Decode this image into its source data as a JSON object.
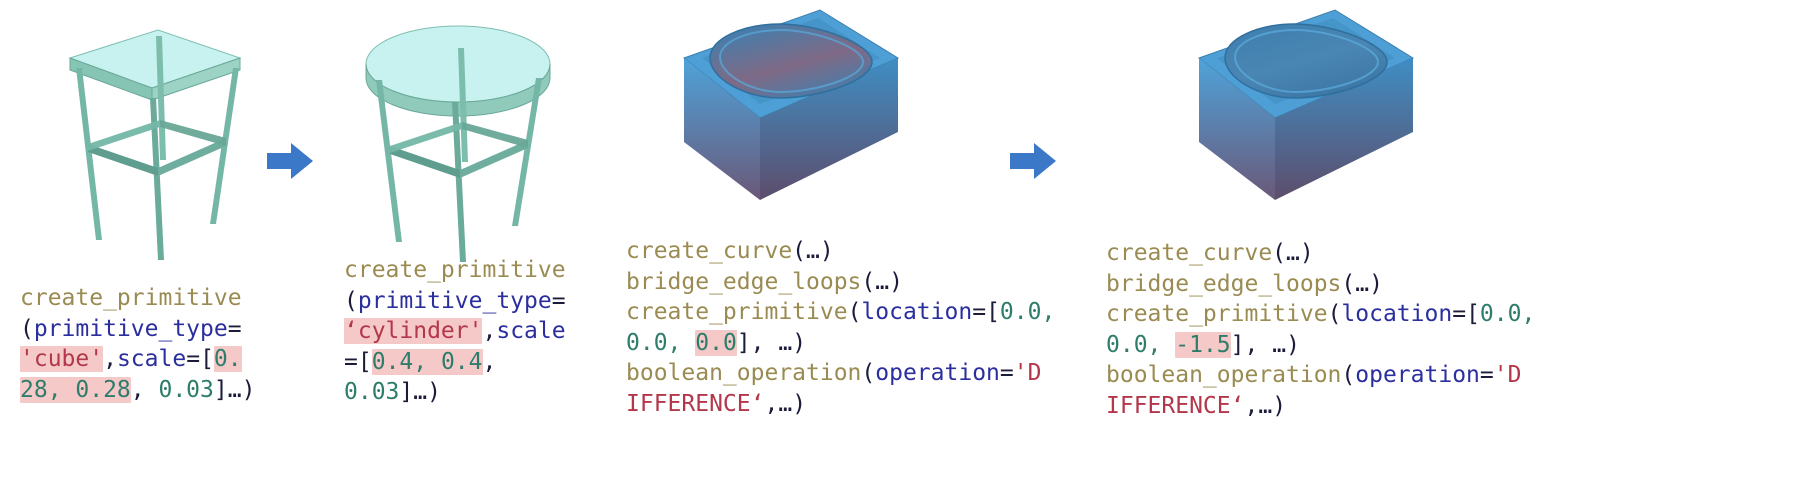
{
  "figure": {
    "title": "Program-guided 3D shape editing sequence",
    "panel_count": 4,
    "arrow_count": 2,
    "background": "#ffffff"
  },
  "colors": {
    "function": "#9a8b52",
    "keyword": "#2b2f9e",
    "string": "#b3374b",
    "number": "#2e7d6b",
    "punctuation": "#1b1b3a",
    "highlight_bg": "#f6c9c9",
    "arrow": "#3b78c8",
    "stool_body": "#74b7a6",
    "stool_top": "#c8f2ef",
    "tub_body": "#4d9fd6",
    "tub_basin": "#3f7fae",
    "tub_shadow": "#6d5a7a"
  },
  "panels": [
    {
      "id": "panel-1",
      "name": "square-stool",
      "object_label": "square-top stool",
      "code_lines": [
        [
          {
            "t": "create_primitive",
            "c": "fn"
          }
        ],
        [
          {
            "t": "(",
            "c": "punc"
          },
          {
            "t": "primitive_type",
            "c": "kw"
          },
          {
            "t": "=",
            "c": "punc"
          }
        ],
        [
          {
            "t": "'cube'",
            "c": "str",
            "h": true
          },
          {
            "t": ",",
            "c": "punc"
          },
          {
            "t": "scale",
            "c": "kw"
          },
          {
            "t": "=",
            "c": "punc"
          },
          {
            "t": "[",
            "c": "punc"
          },
          {
            "t": "0.",
            "c": "num",
            "h": true
          }
        ],
        [
          {
            "t": "28, 0.28",
            "c": "num",
            "h": true
          },
          {
            "t": ", ",
            "c": "punc"
          },
          {
            "t": "0.03",
            "c": "num"
          },
          {
            "t": "]",
            "c": "punc"
          },
          {
            "t": "…",
            "c": "dots"
          },
          {
            "t": ")",
            "c": "punc"
          }
        ]
      ]
    },
    {
      "id": "panel-2",
      "name": "round-stool",
      "object_label": "round-top stool",
      "code_lines": [
        [
          {
            "t": "create_primitive",
            "c": "fn"
          }
        ],
        [
          {
            "t": "(",
            "c": "punc"
          },
          {
            "t": "primitive_type",
            "c": "kw"
          },
          {
            "t": "=",
            "c": "punc"
          }
        ],
        [
          {
            "t": "‘cylinder'",
            "c": "str",
            "h": true
          },
          {
            "t": ",",
            "c": "punc"
          },
          {
            "t": "scale",
            "c": "kw"
          }
        ],
        [
          {
            "t": "=",
            "c": "punc"
          },
          {
            "t": "[",
            "c": "punc"
          },
          {
            "t": "0.4, 0.4",
            "c": "num",
            "h": true
          },
          {
            "t": ",",
            "c": "punc"
          }
        ],
        [
          {
            "t": "0.03",
            "c": "num"
          },
          {
            "t": "]",
            "c": "punc"
          },
          {
            "t": "…",
            "c": "dots"
          },
          {
            "t": ")",
            "c": "punc"
          }
        ]
      ]
    },
    {
      "id": "panel-3",
      "name": "shallow-bathtub",
      "object_label": "bathtub with shallow basin",
      "code_lines": [
        [
          {
            "t": "create_curve",
            "c": "fn"
          },
          {
            "t": "(",
            "c": "punc"
          },
          {
            "t": "…",
            "c": "dots"
          },
          {
            "t": ")",
            "c": "punc"
          }
        ],
        [
          {
            "t": "bridge_edge_loops",
            "c": "fn"
          },
          {
            "t": "(",
            "c": "punc"
          },
          {
            "t": "…",
            "c": "dots"
          },
          {
            "t": ")",
            "c": "punc"
          }
        ],
        [
          {
            "t": "create_primitive",
            "c": "fn"
          },
          {
            "t": "(",
            "c": "punc"
          },
          {
            "t": "location",
            "c": "kw"
          },
          {
            "t": "=",
            "c": "punc"
          },
          {
            "t": "[",
            "c": "punc"
          },
          {
            "t": "0.0,",
            "c": "num"
          }
        ],
        [
          {
            "t": "0.0, ",
            "c": "num"
          },
          {
            "t": "0.0",
            "c": "num",
            "h": true
          },
          {
            "t": "]",
            "c": "punc"
          },
          {
            "t": ", ",
            "c": "punc"
          },
          {
            "t": "…",
            "c": "dots"
          },
          {
            "t": ")",
            "c": "punc"
          }
        ],
        [
          {
            "t": "boolean_operation",
            "c": "fn"
          },
          {
            "t": "(",
            "c": "punc"
          },
          {
            "t": "operation",
            "c": "kw"
          },
          {
            "t": "=",
            "c": "punc"
          },
          {
            "t": "'D",
            "c": "str"
          }
        ],
        [
          {
            "t": "IFFERENCE‘",
            "c": "str"
          },
          {
            "t": ",",
            "c": "punc"
          },
          {
            "t": "…",
            "c": "dots"
          },
          {
            "t": ")",
            "c": "punc"
          }
        ]
      ]
    },
    {
      "id": "panel-4",
      "name": "deep-bathtub",
      "object_label": "bathtub with deeper basin",
      "code_lines": [
        [
          {
            "t": "create_curve",
            "c": "fn"
          },
          {
            "t": "(",
            "c": "punc"
          },
          {
            "t": "…",
            "c": "dots"
          },
          {
            "t": ")",
            "c": "punc"
          }
        ],
        [
          {
            "t": "bridge_edge_loops",
            "c": "fn"
          },
          {
            "t": "(",
            "c": "punc"
          },
          {
            "t": "…",
            "c": "dots"
          },
          {
            "t": ")",
            "c": "punc"
          }
        ],
        [
          {
            "t": "create_primitive",
            "c": "fn"
          },
          {
            "t": "(",
            "c": "punc"
          },
          {
            "t": "location",
            "c": "kw"
          },
          {
            "t": "=",
            "c": "punc"
          },
          {
            "t": "[",
            "c": "punc"
          },
          {
            "t": "0.0,",
            "c": "num"
          }
        ],
        [
          {
            "t": "0.0, ",
            "c": "num"
          },
          {
            "t": "-1.5",
            "c": "num",
            "h": true
          },
          {
            "t": "]",
            "c": "punc"
          },
          {
            "t": ", ",
            "c": "punc"
          },
          {
            "t": "…",
            "c": "dots"
          },
          {
            "t": ")",
            "c": "punc"
          }
        ],
        [
          {
            "t": "boolean_operation",
            "c": "fn"
          },
          {
            "t": "(",
            "c": "punc"
          },
          {
            "t": "operation",
            "c": "kw"
          },
          {
            "t": "=",
            "c": "punc"
          },
          {
            "t": "'D",
            "c": "str"
          }
        ],
        [
          {
            "t": "IFFERENCE‘",
            "c": "str"
          },
          {
            "t": ",",
            "c": "punc"
          },
          {
            "t": "…",
            "c": "dots"
          },
          {
            "t": ")",
            "c": "punc"
          }
        ]
      ]
    }
  ],
  "arrows": [
    {
      "id": "arrow-1",
      "name": "transform-arrow-1",
      "direction": "right"
    },
    {
      "id": "arrow-2",
      "name": "transform-arrow-2",
      "direction": "right"
    }
  ]
}
